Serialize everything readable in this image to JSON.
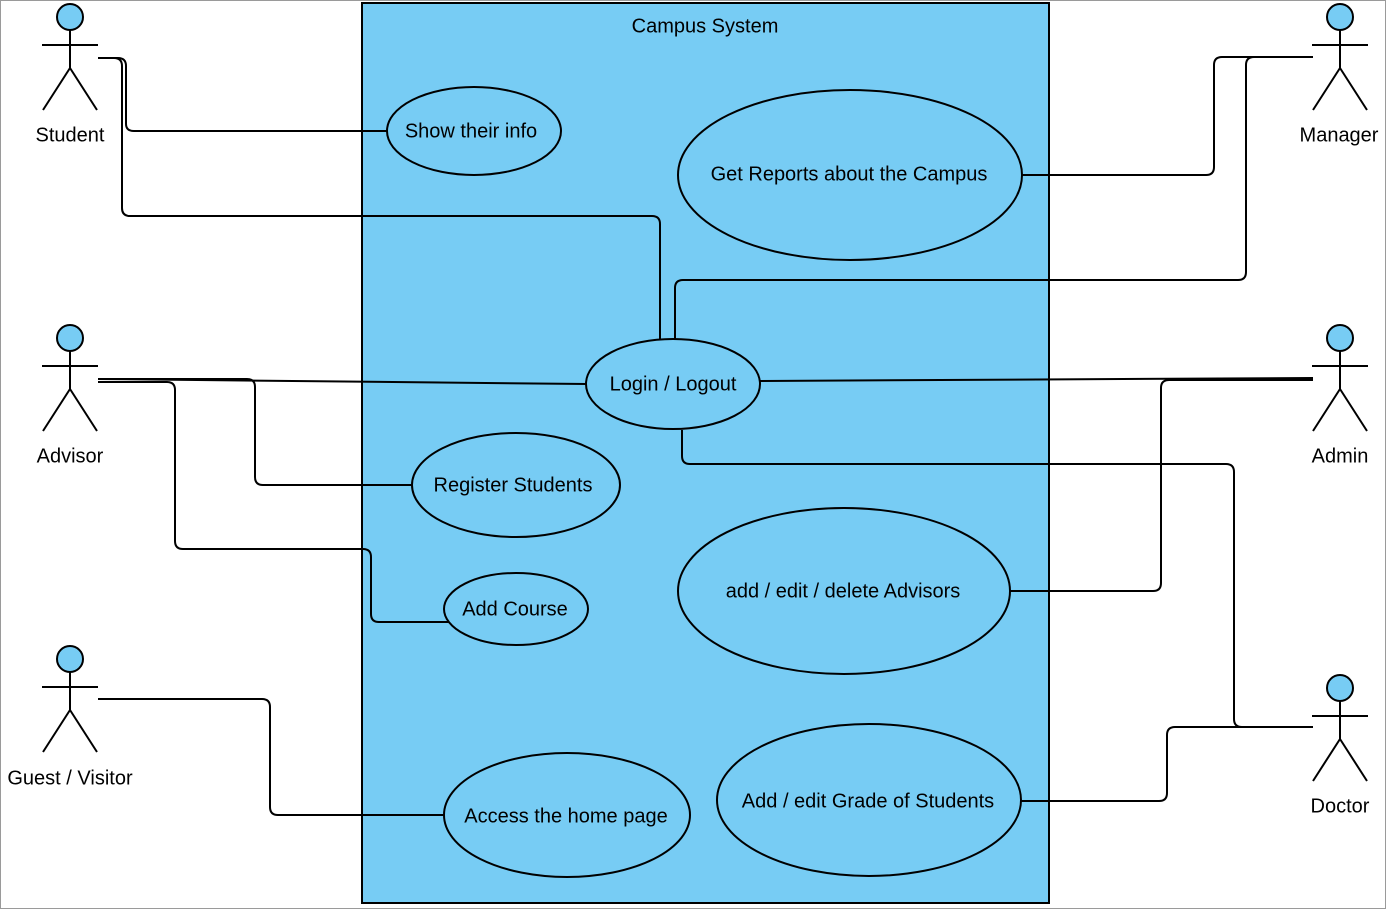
{
  "colors": {
    "system_fill": "#77ccf4",
    "usecase_fill": "#77ccf4",
    "actor_head": "#77ccf4",
    "line": "#000000"
  },
  "system": {
    "title": "Campus System"
  },
  "use_cases": {
    "show_info": "Show their info",
    "get_reports": "Get Reports about the Campus",
    "login": "Login / Logout",
    "register": "Register Students",
    "add_course": "Add Course",
    "advisors": "add / edit / delete Advisors",
    "home_page": "Access the home page",
    "grades": "Add / edit Grade of Students"
  },
  "actors": {
    "student": "Student",
    "advisor": "Advisor",
    "guest": "Guest / Visitor",
    "manager": "Manager",
    "admin": "Admin",
    "doctor": "Doctor"
  }
}
